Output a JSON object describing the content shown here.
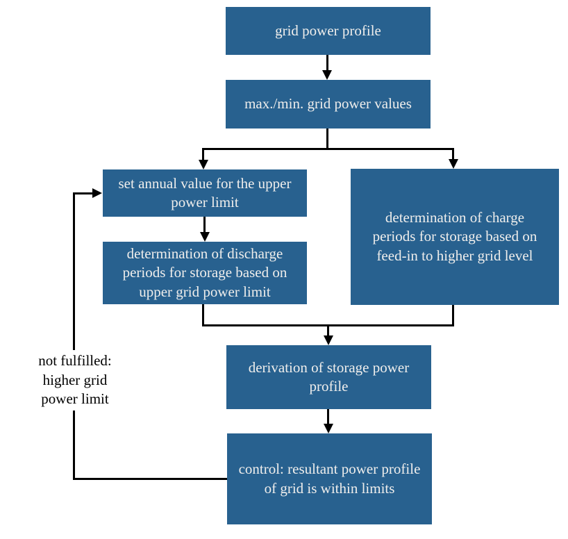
{
  "diagram": {
    "type": "flowchart",
    "colors": {
      "node_fill": "#28618f",
      "node_text": "#efeeec",
      "connector": "#000000",
      "background": "#ffffff",
      "feedback_label_text": "#000000"
    },
    "nodes": {
      "grid_power_profile": {
        "label": "grid power profile",
        "lines": [
          "grid power profile"
        ]
      },
      "max_min_values": {
        "label": "max./min. grid power values",
        "lines": [
          "max./min. grid power values"
        ]
      },
      "set_annual_value": {
        "label": "set annual value for the upper power limit",
        "lines": [
          "set annual value for the upper",
          "power limit"
        ]
      },
      "discharge_periods": {
        "label": "determination of discharge periods for storage based on upper grid power limit",
        "lines": [
          "determination of discharge",
          "periods for storage based on",
          "upper grid power limit"
        ]
      },
      "charge_periods": {
        "label": "determination of charge periods for storage based on feed-in to higher grid level",
        "lines": [
          "determination of charge",
          "periods for storage based on",
          "feed-in to higher grid level"
        ]
      },
      "derivation_storage": {
        "label": "derivation of storage power profile",
        "lines": [
          "derivation of storage power",
          "profile"
        ]
      },
      "control_check": {
        "label": "control: resultant power profile of grid is within limits",
        "lines": [
          "control: resultant power profile",
          "of grid is within limits"
        ]
      }
    },
    "feedback_label": {
      "label": "not fulfilled: higher grid power limit",
      "lines": [
        "not fulfilled:",
        "higher grid",
        "power limit"
      ]
    },
    "edges": [
      {
        "from": "grid_power_profile",
        "to": "max_min_values",
        "arrow": true
      },
      {
        "from": "max_min_values",
        "to": "set_annual_value",
        "arrow": true
      },
      {
        "from": "max_min_values",
        "to": "charge_periods",
        "arrow": true
      },
      {
        "from": "set_annual_value",
        "to": "discharge_periods",
        "arrow": true
      },
      {
        "from": "discharge_periods",
        "to": "derivation_storage",
        "arrow": true
      },
      {
        "from": "charge_periods",
        "to": "derivation_storage",
        "arrow": true
      },
      {
        "from": "derivation_storage",
        "to": "control_check",
        "arrow": true
      },
      {
        "from": "control_check",
        "to": "set_annual_value",
        "arrow": true,
        "note": "feedback loop, labeled 'not fulfilled: higher grid power limit'"
      }
    ]
  }
}
